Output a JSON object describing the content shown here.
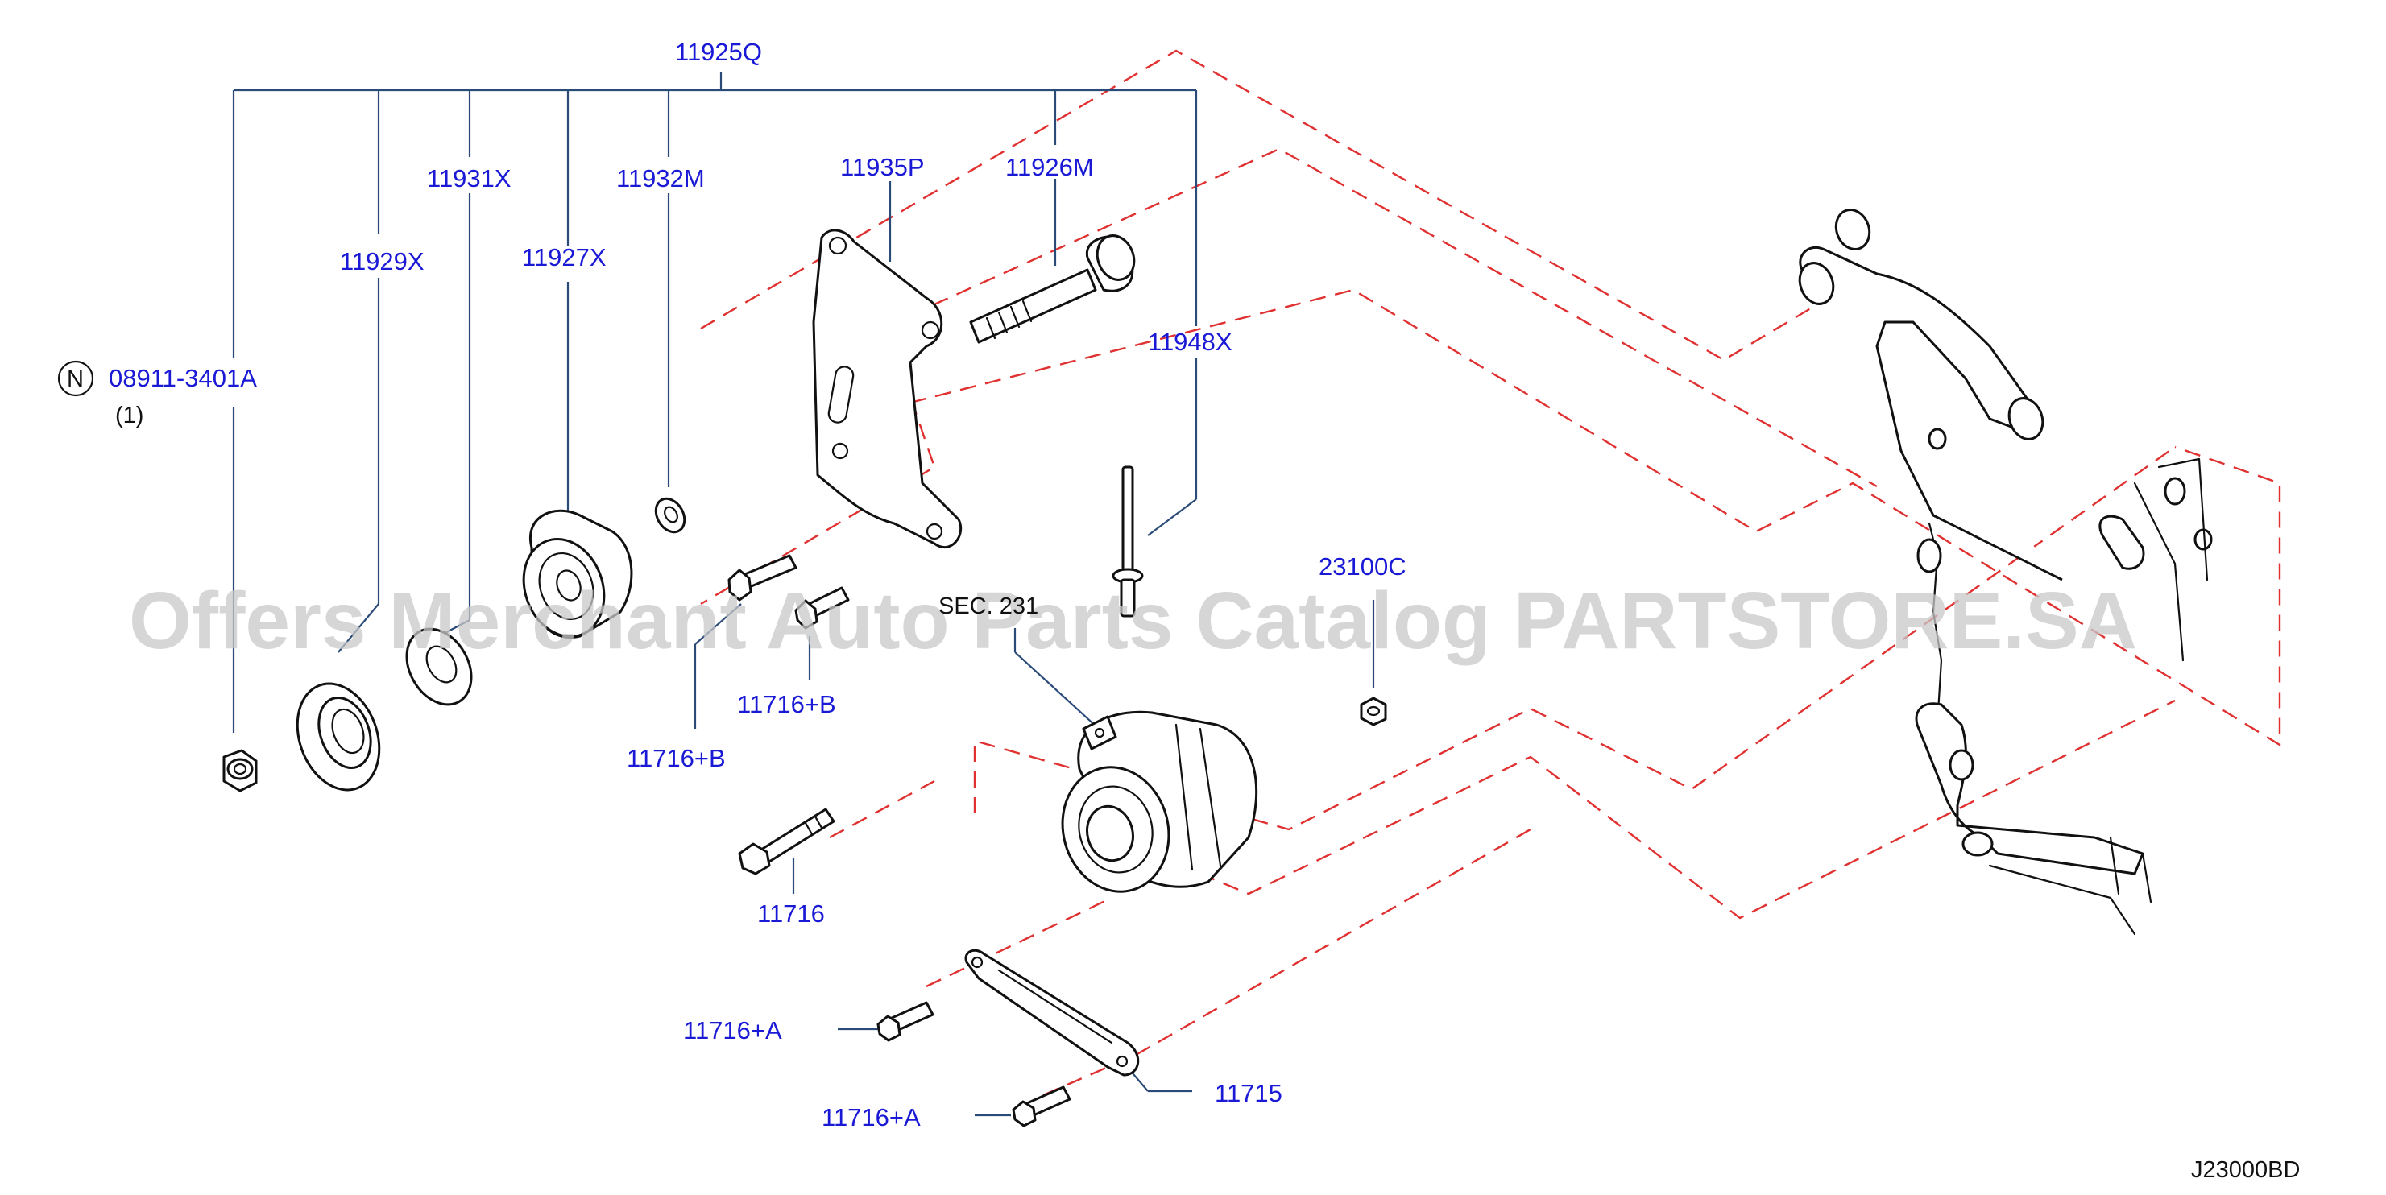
{
  "diagram": {
    "watermark": "Offers Merchant Auto Parts Catalog PARTSTORE.SA",
    "code": "J23000BD",
    "section_ref": "SEC. 231",
    "labels": {
      "p11925Q": "11925Q",
      "p11931X": "11931X",
      "p11932M": "11932M",
      "p11935P": "11935P",
      "p11926M": "11926M",
      "p11929X": "11929X",
      "p11927X": "11927X",
      "p11948X": "11948X",
      "p08911": "08911-3401A",
      "qty": "(1)",
      "n_symbol": "N",
      "p23100C": "23100C",
      "p11716B_1": "11716+B",
      "p11716B_2": "11716+B",
      "p11716": "11716",
      "p11716A_1": "11716+A",
      "p11716A_2": "11716+A",
      "p11715": "11715"
    }
  }
}
